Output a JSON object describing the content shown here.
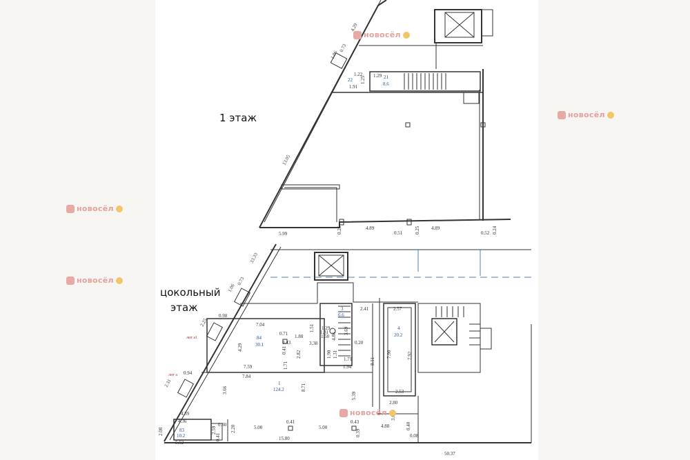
{
  "floors": {
    "first": {
      "label": "1 этаж"
    },
    "basement": {
      "label_line1": "цокольный",
      "label_line2": "этаж"
    }
  },
  "watermark": {
    "brand": "новосёл",
    "color": "#e2a19c"
  },
  "upper_dims": [
    "4.29",
    "1.06",
    "0.73",
    "22",
    "1.22",
    "1.91",
    "1.25",
    "1.29",
    "21",
    "8.6",
    "13.05",
    "5.99",
    "0.25",
    "4.89",
    "0.51",
    "0.25",
    "4.89",
    "0.52",
    "0.24"
  ],
  "lower_dims": [
    "33.33",
    "1.06",
    "0.73",
    "3",
    "6.6",
    "2.41",
    "2.57",
    "2.25",
    "0.98",
    "7.04",
    "1.51",
    "1.29",
    "1.31",
    "лит а1",
    "84",
    "30.1",
    "1.88",
    "1.50",
    "4.86",
    "3.69",
    "4",
    "20.2",
    "4.29",
    "0.71",
    "0.43",
    "3.38",
    "0.20",
    "0.41",
    "2.82",
    "1.90",
    "1.71",
    "1.31",
    "8.11",
    "7.90",
    "7.92",
    "7.59",
    "1.71",
    "1.94",
    "2.31",
    "0.94",
    "лит а",
    "7.84",
    "3.66",
    "1",
    "124.2",
    "8.71",
    "5.39",
    "2.53",
    "2.80",
    "4.39",
    "4.36",
    "0.30",
    "83",
    "10.2",
    "2.08",
    "2.59",
    "2.20",
    "0.41",
    "5.00",
    "0.41",
    "0.43",
    "5.00",
    "0.39",
    "4.88",
    "3.69",
    "0.40",
    "0.08",
    "5.52",
    "15.80",
    "50.37"
  ]
}
